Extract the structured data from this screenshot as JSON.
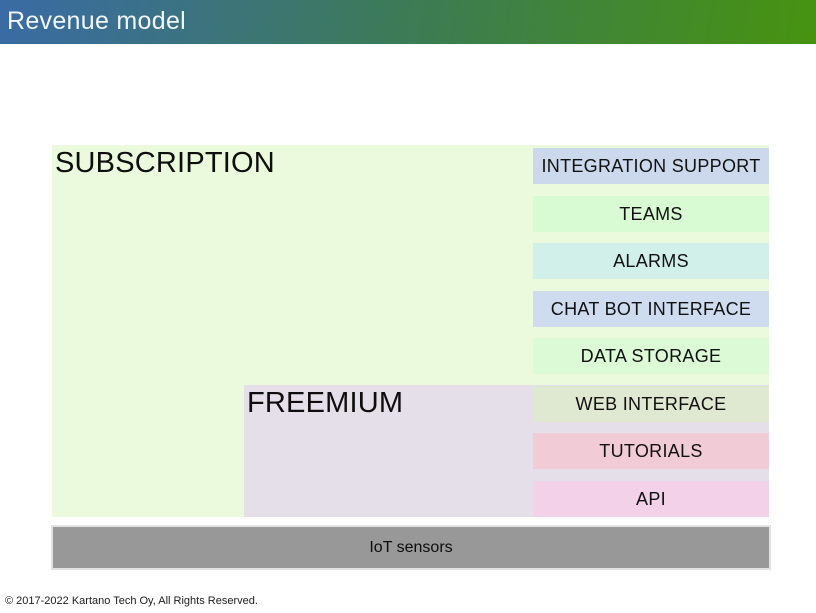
{
  "header": {
    "title": "Revenue model",
    "gradient_start_color": "#3a6ba5",
    "gradient_end_color": "#479310"
  },
  "diagram": {
    "tiers": [
      {
        "id": "subscription",
        "label": "SUBSCRIPTION",
        "color": "#ebfadd"
      },
      {
        "id": "freemium",
        "label": "FREEMIUM",
        "color": "#e5dfe9"
      }
    ],
    "features": [
      {
        "label": "INTEGRATION SUPPORT",
        "color": "#ccd9ec",
        "tier": "subscription"
      },
      {
        "label": "TEAMS",
        "color": "#d8fbd3",
        "tier": "subscription"
      },
      {
        "label": "ALARMS",
        "color": "#d2f0ea",
        "tier": "subscription"
      },
      {
        "label": "CHAT BOT INTERFACE",
        "color": "#cfdcf0",
        "tier": "subscription"
      },
      {
        "label": "DATA STORAGE",
        "color": "#dbfad5",
        "tier": "subscription"
      },
      {
        "label": "WEB INTERFACE",
        "color": "#dfe8d0",
        "tier": "freemium"
      },
      {
        "label": "TUTORIALS",
        "color": "#f1ccd6",
        "tier": "freemium"
      },
      {
        "label": "API",
        "color": "#f3d2e9",
        "tier": "freemium"
      }
    ],
    "base": {
      "label": "IoT sensors",
      "color": "#989898"
    }
  },
  "footer": {
    "copyright": "© 2017-2022 Kartano Tech Oy, All Rights Reserved."
  }
}
